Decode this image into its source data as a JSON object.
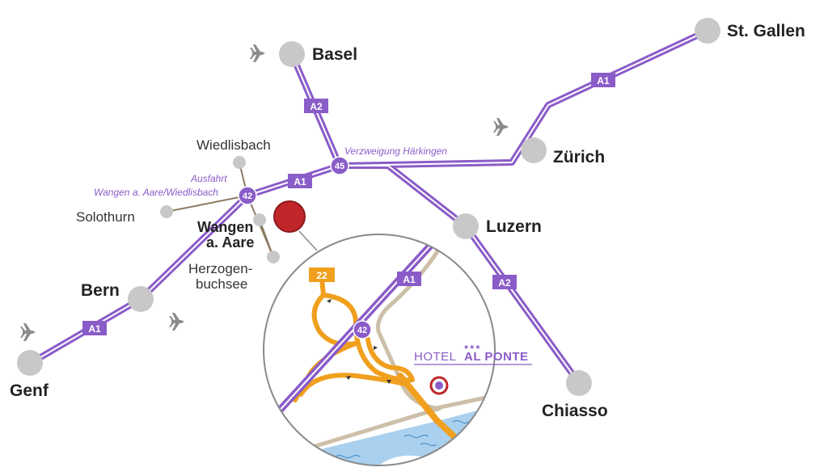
{
  "colors": {
    "motorway": "#8a5cc8",
    "city_dot": "#c8c8c8",
    "local_road": "#8c7b62",
    "ramp": "#f0a01e",
    "water": "#a9d0ee",
    "marker": "#c0262a",
    "plane": "#8c8c8c"
  },
  "cities": {
    "basel": "Basel",
    "st_gallen": "St. Gallen",
    "zurich": "Zürich",
    "luzern": "Luzern",
    "bern": "Bern",
    "genf": "Genf",
    "chiasso": "Chiasso"
  },
  "towns": {
    "wiedlisbach": "Wiedlisbach",
    "solothurn": "Solothurn",
    "wangen_line1": "Wangen",
    "wangen_line2": "a. Aare",
    "herzogen_line1": "Herzogen-",
    "herzogen_line2": "buchsee"
  },
  "routes": {
    "a1": "A1",
    "a2": "A2",
    "road22": "22"
  },
  "junctions": {
    "j45": "45",
    "j42": "42"
  },
  "annotations": {
    "verzweigung": "Verzweigung Härkingen",
    "ausfahrt": "Ausfahrt",
    "ausfahrt_place": "Wangen a. Aare/Wiedlisbach"
  },
  "hotel": {
    "word": "HOTEL",
    "name": "AL PONTE",
    "stars": "★★★"
  },
  "icons": [
    "airplane-icon",
    "hotel-marker-icon",
    "location-marker-icon"
  ]
}
